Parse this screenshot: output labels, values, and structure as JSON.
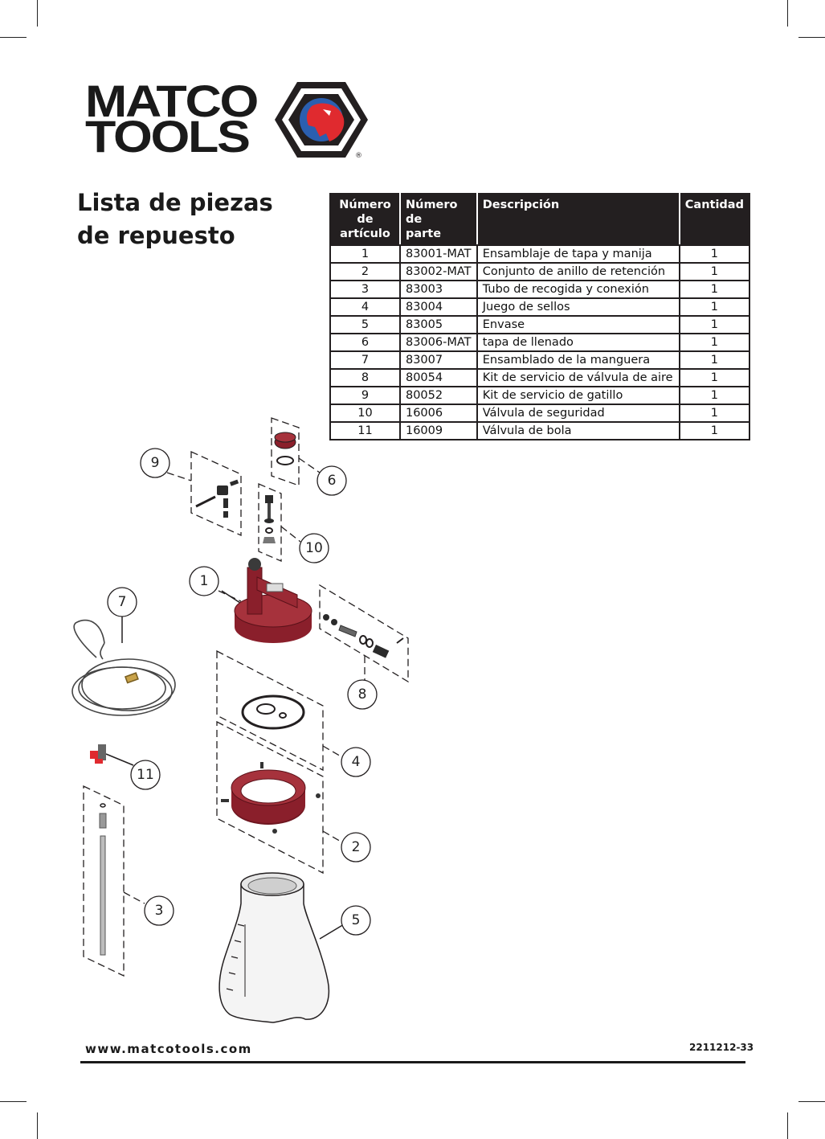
{
  "brand": {
    "line1": "MATCO",
    "line2": "TOOLS",
    "registered": "®"
  },
  "title": {
    "line1": "Lista de piezas",
    "line2": "de repuesto"
  },
  "table": {
    "headers": [
      "Número\nde artículo",
      "Número de\nparte",
      "Descripción",
      "Cantidad"
    ],
    "rows": [
      [
        "1",
        "83001-MAT",
        "Ensamblaje de tapa y manija",
        "1"
      ],
      [
        "2",
        "83002-MAT",
        "Conjunto de anillo de retención",
        "1"
      ],
      [
        "3",
        "83003",
        "Tubo de recogida y conexión",
        "1"
      ],
      [
        "4",
        "83004",
        "Juego de sellos",
        "1"
      ],
      [
        "5",
        "83005",
        "Envase",
        "1"
      ],
      [
        "6",
        "83006-MAT",
        "tapa de llenado",
        "1"
      ],
      [
        "7",
        "83007",
        "Ensamblado de la manguera",
        "1"
      ],
      [
        "8",
        "80054",
        "Kit de servicio de válvula de aire",
        "1"
      ],
      [
        "9",
        "80052",
        "Kit de servicio de gatillo",
        "1"
      ],
      [
        "10",
        "16006",
        "Válvula de seguridad",
        "1"
      ],
      [
        "11",
        "16009",
        "Válvula de bola",
        "1"
      ]
    ]
  },
  "callouts": [
    "1",
    "2",
    "3",
    "4",
    "5",
    "6",
    "7",
    "8",
    "9",
    "10",
    "11"
  ],
  "colors": {
    "part_red": "#8a1f2b",
    "ink": "#231f20",
    "logo_blue": "#2b5fb0",
    "logo_red": "#e02a2f"
  },
  "footer": {
    "url": "www.matcotools.com",
    "code": "2211212-33"
  }
}
